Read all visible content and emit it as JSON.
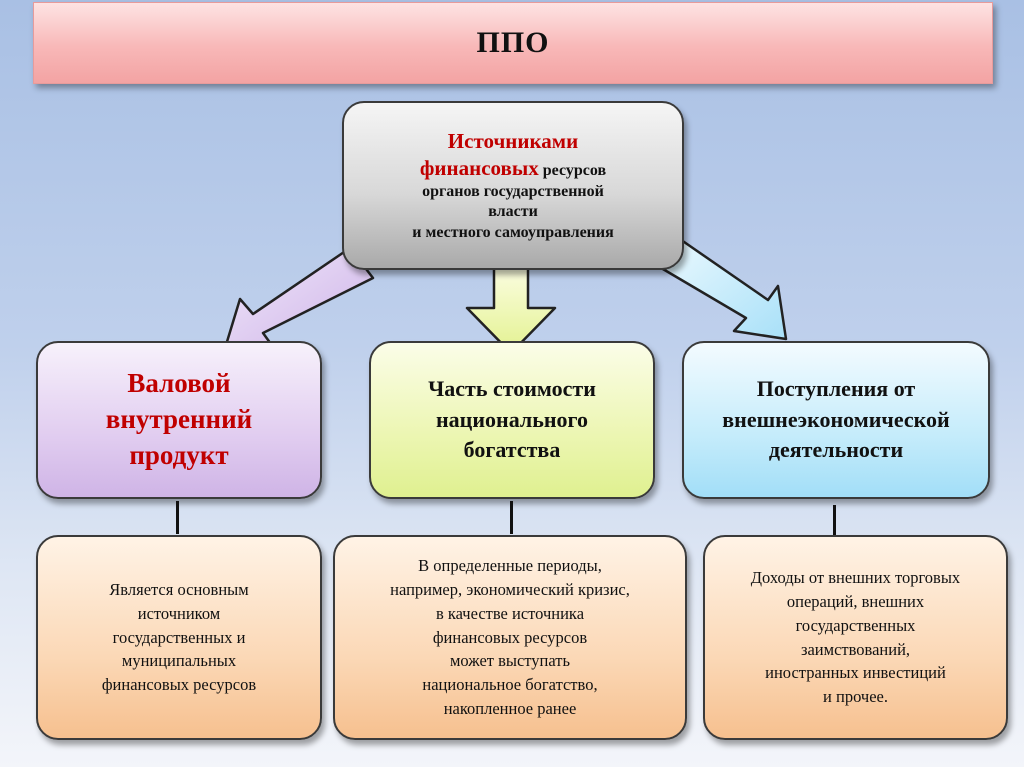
{
  "title": "ППО",
  "top": {
    "red_line1": "Источниками",
    "red_line2": "финансовых",
    "line2_rest": "ресурсов",
    "line3": "органов государственной",
    "line4": "власти",
    "line5": "и местного самоуправления"
  },
  "sources": [
    {
      "lines": [
        "Валовой",
        "внутренний",
        "продукт"
      ]
    },
    {
      "lines": [
        "Часть стоимости",
        "национального",
        "богатства"
      ]
    },
    {
      "lines": [
        "Поступления от",
        "внешнеэкономической",
        "деятельности"
      ]
    }
  ],
  "details": [
    {
      "lines": [
        "Является основным",
        "источником",
        "государственных и",
        "муниципальных",
        "финансовых ресурсов"
      ]
    },
    {
      "lines": [
        "В определенные периоды,",
        "например, экономический кризис,",
        "в качестве источника",
        "финансовых ресурсов",
        "может выступать",
        "национальное богатство,",
        "накопленное ранее"
      ]
    },
    {
      "lines": [
        "Доходы от внешних торговых",
        "операций, внешних",
        "государственных",
        "заимствований,",
        "иностранных инвестиций",
        "и прочее."
      ]
    }
  ],
  "colors": {
    "accent_red": "#c00000",
    "arrow_left": "#d9c3ee",
    "arrow_center": "#eef7a0",
    "arrow_right": "#c9efff"
  }
}
